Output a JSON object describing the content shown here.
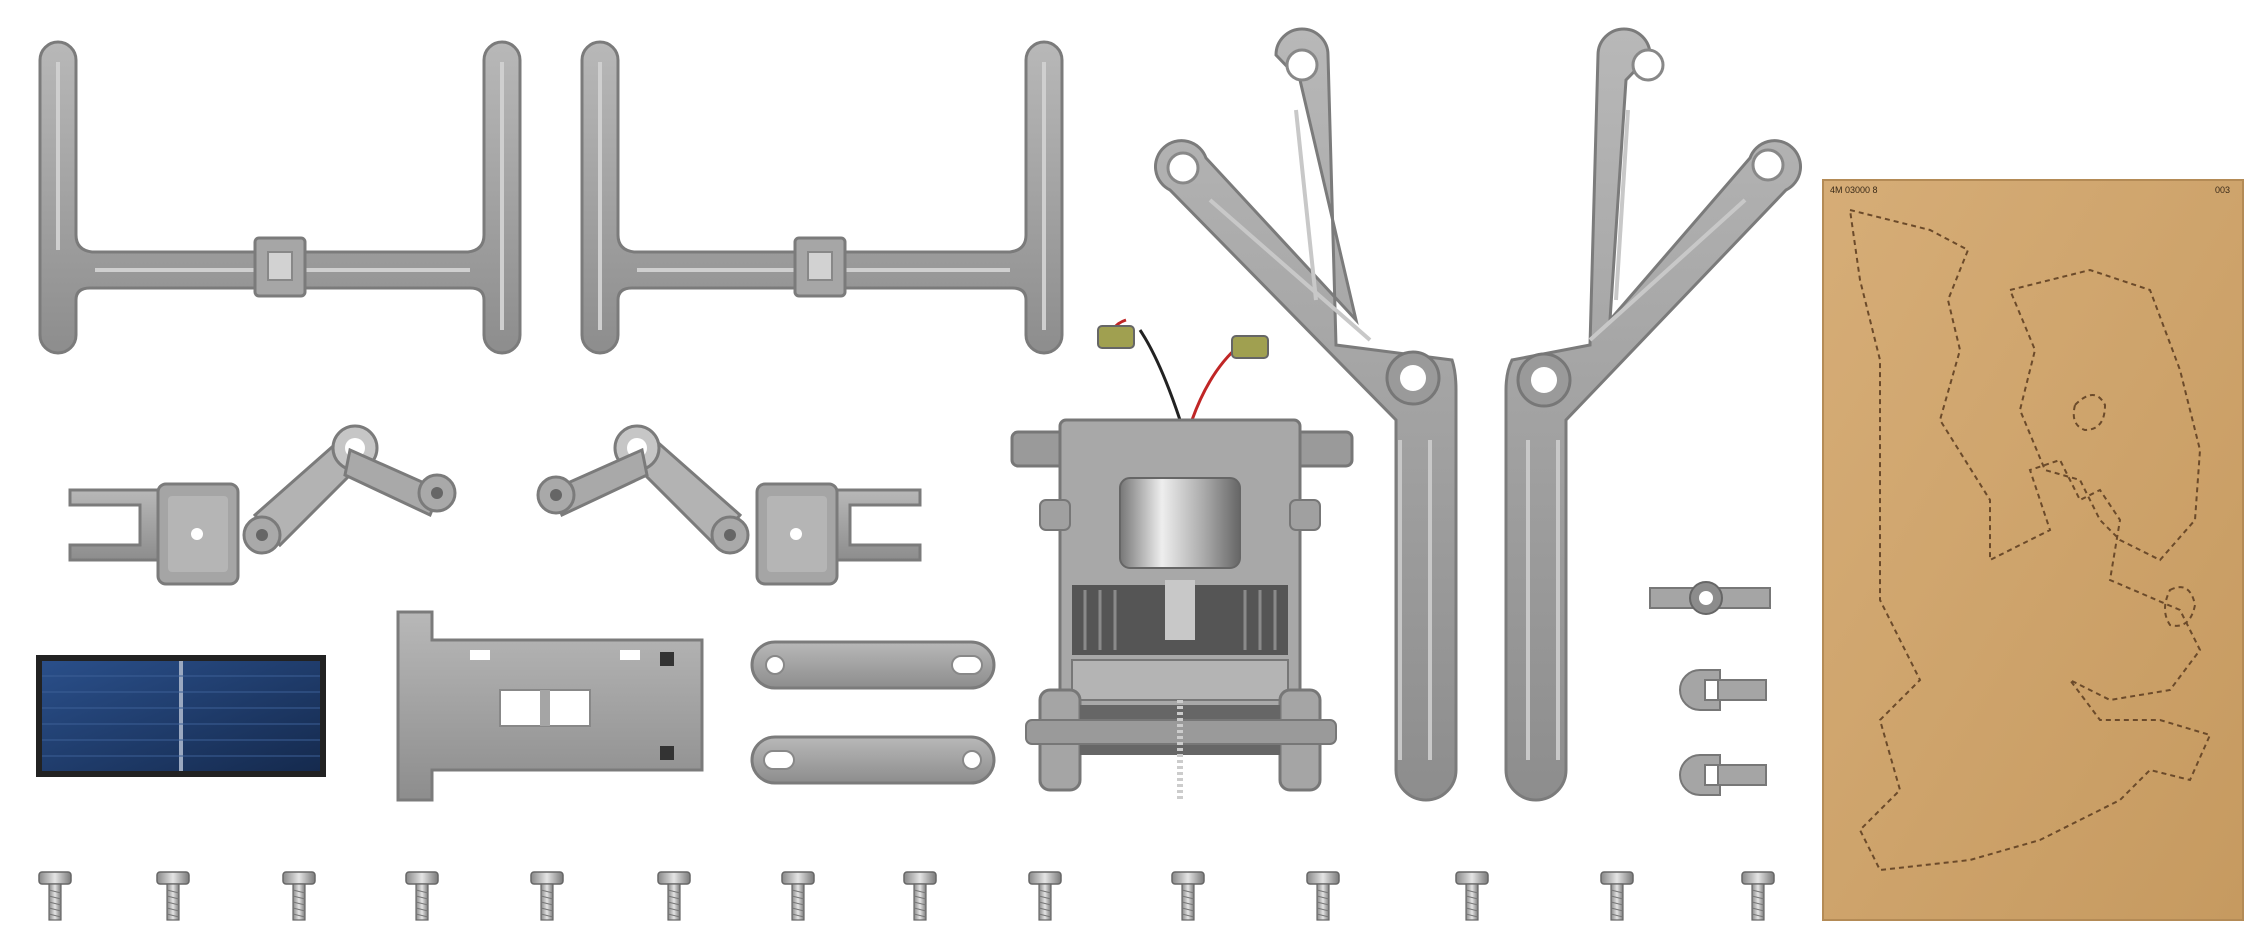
{
  "scene": {
    "background": "#ffffff",
    "part_color": "#9d9d9d",
    "part_edge": "#7d7d7d",
    "part_highlight": "#c9c9c9",
    "board_color": "#cfa46c",
    "cut_line_color": "#6b4a2a",
    "solar_color": "#1f3a66",
    "screw_count": 14
  },
  "board": {
    "code_text": "4M 03000 8",
    "corner_mark": "003"
  }
}
